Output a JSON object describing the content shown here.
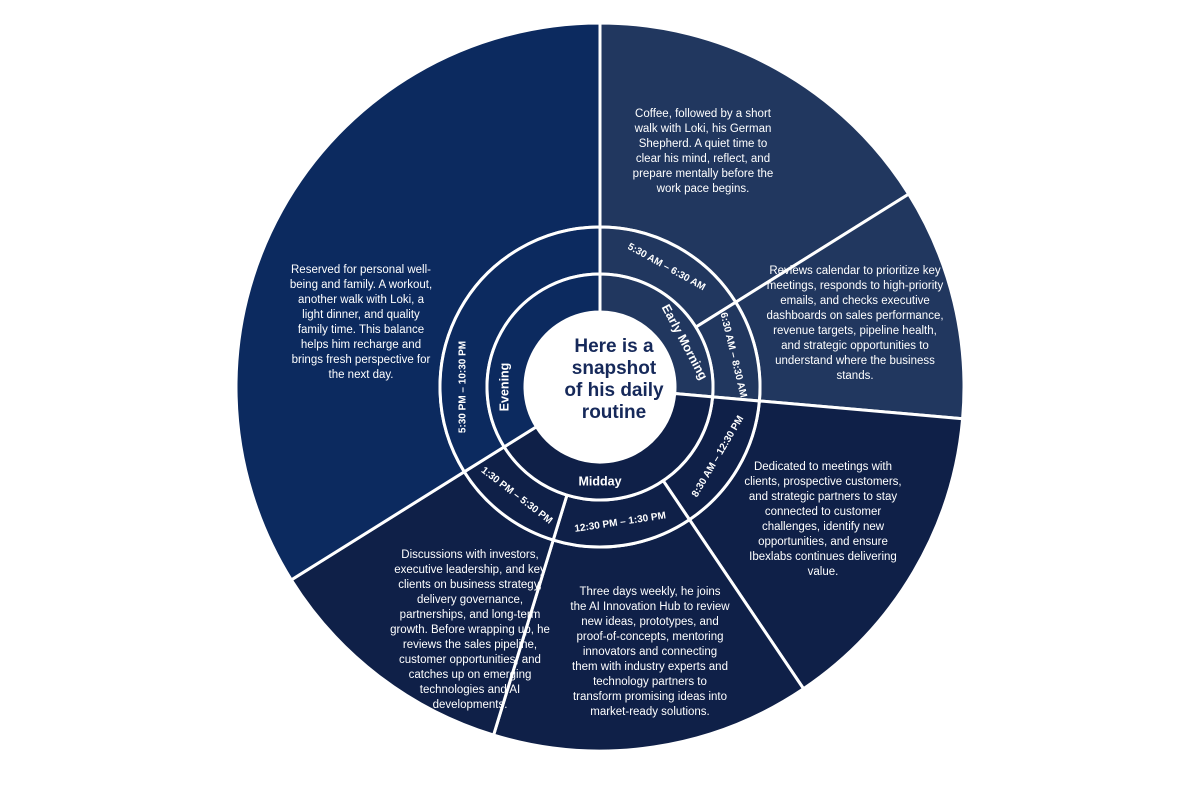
{
  "center": {
    "title_lines": [
      "Here is a",
      "snapshot",
      "of his daily",
      "routine"
    ]
  },
  "segments": [
    {
      "id": "early-morning-1",
      "time": "5:30 AM – 6:30 AM",
      "description": "Coffee, followed by a short walk with Loki, his German Shepherd. A quiet time to clear his mind, reflect, and prepare mentally before the work pace begins."
    },
    {
      "id": "early-morning-2",
      "time": "6:30 AM – 8:30 AM",
      "description": "Reviews calendar to prioritize key meetings, responds to high-priority emails, and checks executive dashboards on sales performance, revenue targets, pipeline health, and strategic opportunities to understand where the business stands."
    },
    {
      "id": "midday-1",
      "time": "8:30 AM – 12:30 PM",
      "description": "Dedicated to meetings with clients, prospective customers, and strategic partners to stay connected to customer challenges, identify new opportunities, and ensure Ibexlabs continues delivering value."
    },
    {
      "id": "midday-2",
      "time": "12:30 PM – 1:30 PM",
      "description": "Three days weekly, he joins the AI Innovation Hub to review new ideas, prototypes, and proof-of-concepts, mentoring innovators and connecting them with industry experts and technology partners to transform promising ideas into market-ready solutions."
    },
    {
      "id": "midday-3",
      "time": "1:30 PM – 5:30 PM",
      "description": "Discussions with investors, executive leadership, and key clients on business strategy, delivery governance, partnerships, and long-term growth. Before wrapping up, he reviews the sales pipeline, customer opportunities, and catches up on emerging technologies and AI developments."
    },
    {
      "id": "evening-1",
      "time": "5:30 PM – 10:30 PM",
      "description": "Reserved for personal well-being and family. A workout, another walk with Loki, a light dinner, and quality family time. This balance helps him recharge and brings fresh perspective for the next day."
    }
  ],
  "periods": [
    {
      "id": "early-morning",
      "label": "Early Morning"
    },
    {
      "id": "midday",
      "label": "Midday"
    },
    {
      "id": "evening",
      "label": "Evening"
    }
  ],
  "colors": {
    "evening": "#0c2a5f",
    "early-morning": "#21375f",
    "midday": "#0f2048",
    "divider": "#ffffff",
    "center_text": "#16295a"
  }
}
